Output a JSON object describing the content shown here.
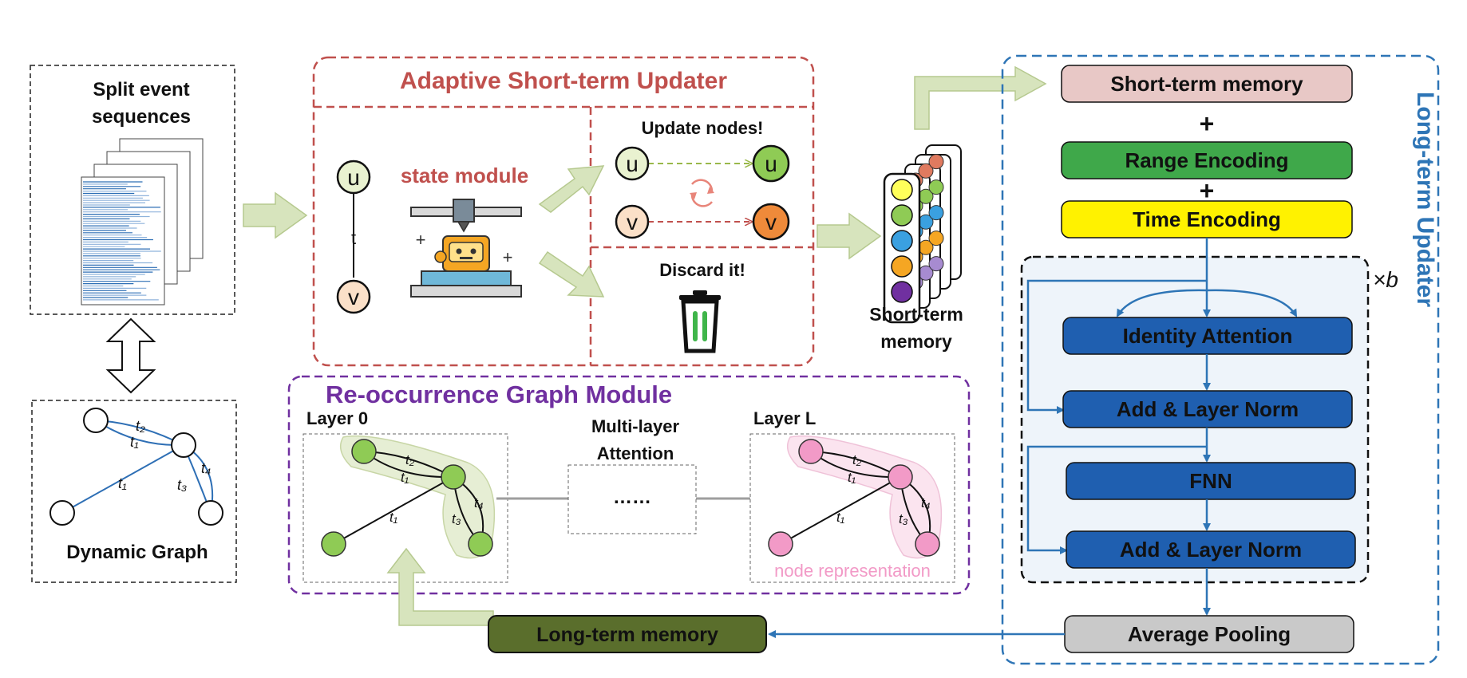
{
  "panels": {
    "split_events": {
      "title_line1": "Split event",
      "title_line2": "sequences"
    },
    "dynamic_graph": {
      "title": "Dynamic Graph",
      "edge_labels": [
        "t2",
        "t1",
        "t1",
        "t3",
        "t4"
      ]
    }
  },
  "adaptive_updater": {
    "title": "Adaptive Short-term Updater",
    "state_module_label": "state module",
    "left_nodes": [
      "u",
      "v"
    ],
    "edge_label": "t",
    "update_label": "Update nodes!",
    "update_nodes": [
      "u",
      "u",
      "v",
      "v"
    ],
    "discard_label": "Discard it!"
  },
  "short_term_memory_stack": {
    "label_line1": "Short-term",
    "label_line2": "memory"
  },
  "reoccurrence_module": {
    "title": "Re-occurrence Graph Module",
    "layer0_label": "Layer 0",
    "layerL_label": "Layer L",
    "middle_label_line1": "Multi-layer",
    "middle_label_line2": "Attention",
    "ellipsis": "……",
    "node_representation_label": "node representation"
  },
  "long_term_updater": {
    "title": "Long-term Updater",
    "blocks": {
      "short_term_memory": "Short-term memory",
      "range_encoding": "Range Encoding",
      "time_encoding": "Time Encoding",
      "identity_attention": "Identity Attention",
      "add_norm_1": "Add & Layer Norm",
      "fnn": "FNN",
      "add_norm_2": "Add & Layer Norm",
      "average_pooling": "Average Pooling"
    },
    "plus_sign": "+",
    "repeat_label": "×b"
  },
  "long_term_memory": {
    "label": "Long-term memory"
  },
  "colors": {
    "adaptive_border": "#c0504d",
    "reoccurrence_border": "#7030a0",
    "long_term_border": "#2e75b6",
    "short_term_block": "#e8c8c6",
    "range_block": "#3fa84a",
    "time_block": "#fff200",
    "blue_block": "#1f5fb0",
    "pool_block": "#c9c9c9",
    "long_term_memory_block": "#5a6e2c",
    "green_node": "#8fcb55",
    "pink_node": "#f29ac7"
  }
}
